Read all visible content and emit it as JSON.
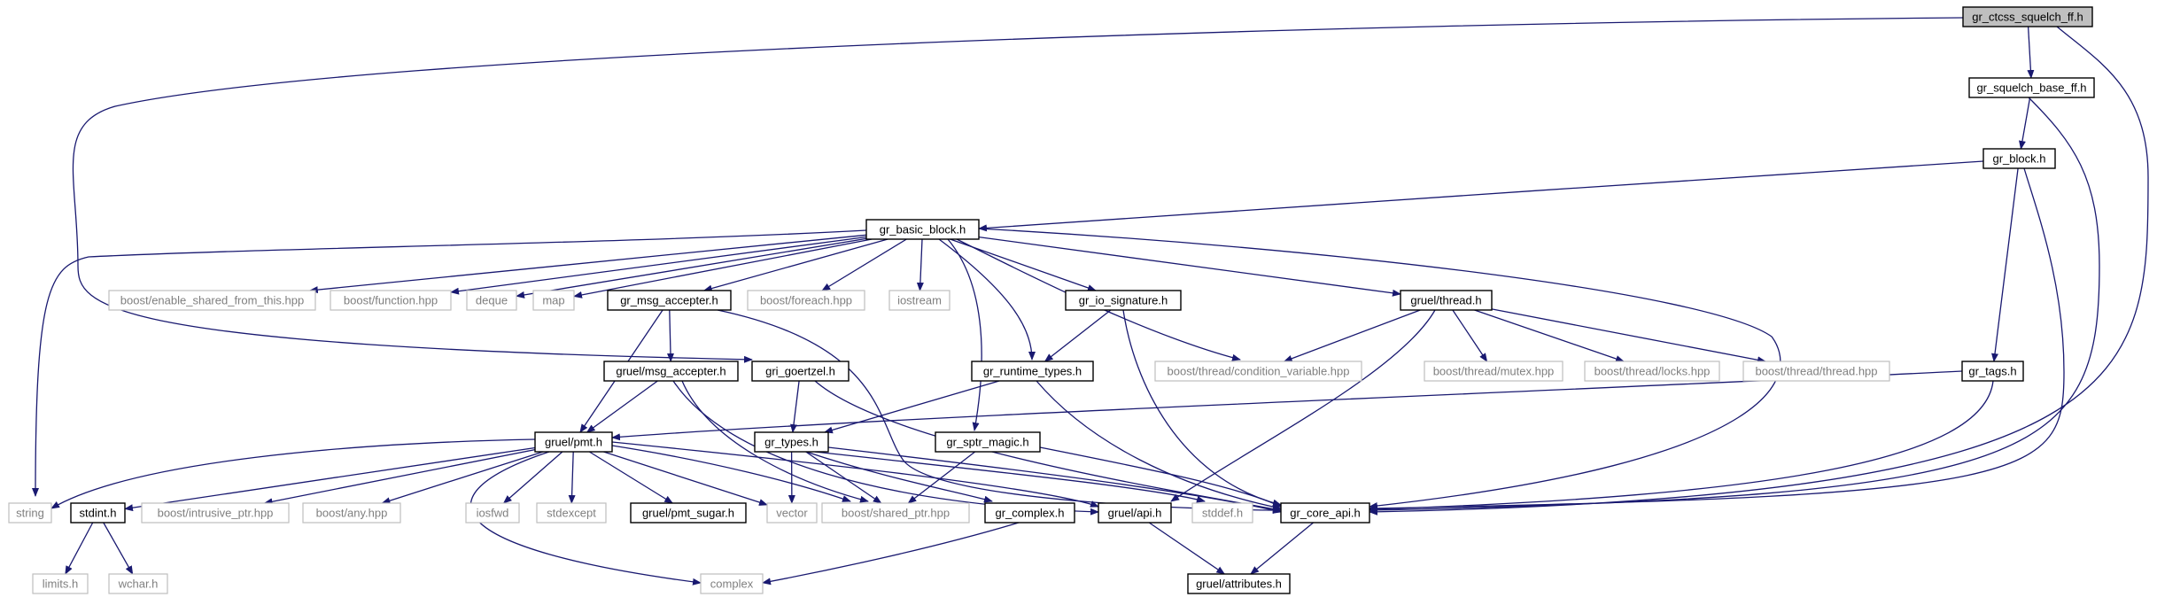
{
  "diagram": {
    "colors": {
      "edge": "#191970",
      "internal_border": "#000000",
      "external_border": "#bfbfbf",
      "external_text": "#7f7f7f",
      "root_fill": "#bfbfbf"
    },
    "nodes": [
      {
        "id": "gr_ctcss_squelch_ff_h",
        "label": "gr_ctcss_squelch_ff.h",
        "kind": "root"
      },
      {
        "id": "gr_squelch_base_ff_h",
        "label": "gr_squelch_base_ff.h",
        "kind": "internal"
      },
      {
        "id": "gr_block_h",
        "label": "gr_block.h",
        "kind": "internal"
      },
      {
        "id": "gr_basic_block_h",
        "label": "gr_basic_block.h",
        "kind": "internal"
      },
      {
        "id": "boost_enable_shared_from_this",
        "label": "boost/enable_shared_from_this.hpp",
        "kind": "external"
      },
      {
        "id": "boost_function",
        "label": "boost/function.hpp",
        "kind": "external"
      },
      {
        "id": "deque",
        "label": "deque",
        "kind": "external"
      },
      {
        "id": "map",
        "label": "map",
        "kind": "external"
      },
      {
        "id": "gr_msg_accepter_h",
        "label": "gr_msg_accepter.h",
        "kind": "internal"
      },
      {
        "id": "boost_foreach",
        "label": "boost/foreach.hpp",
        "kind": "external"
      },
      {
        "id": "iostream",
        "label": "iostream",
        "kind": "external"
      },
      {
        "id": "gr_io_signature_h",
        "label": "gr_io_signature.h",
        "kind": "internal"
      },
      {
        "id": "gruel_thread_h",
        "label": "gruel/thread.h",
        "kind": "internal"
      },
      {
        "id": "gruel_msg_accepter_h",
        "label": "gruel/msg_accepter.h",
        "kind": "internal"
      },
      {
        "id": "gri_goertzel_h",
        "label": "gri_goertzel.h",
        "kind": "internal"
      },
      {
        "id": "gr_runtime_types_h",
        "label": "gr_runtime_types.h",
        "kind": "internal"
      },
      {
        "id": "boost_condition_variable",
        "label": "boost/thread/condition_variable.hpp",
        "kind": "external"
      },
      {
        "id": "boost_mutex",
        "label": "boost/thread/mutex.hpp",
        "kind": "external"
      },
      {
        "id": "boost_locks",
        "label": "boost/thread/locks.hpp",
        "kind": "external"
      },
      {
        "id": "boost_thread",
        "label": "boost/thread/thread.hpp",
        "kind": "external"
      },
      {
        "id": "gr_tags_h",
        "label": "gr_tags.h",
        "kind": "internal"
      },
      {
        "id": "gruel_pmt_h",
        "label": "gruel/pmt.h",
        "kind": "internal"
      },
      {
        "id": "gr_types_h",
        "label": "gr_types.h",
        "kind": "internal"
      },
      {
        "id": "gr_sptr_magic_h",
        "label": "gr_sptr_magic.h",
        "kind": "internal"
      },
      {
        "id": "string",
        "label": "string",
        "kind": "external"
      },
      {
        "id": "stdint_h",
        "label": "stdint.h",
        "kind": "internal"
      },
      {
        "id": "boost_intrusive_ptr",
        "label": "boost/intrusive_ptr.hpp",
        "kind": "external"
      },
      {
        "id": "boost_any",
        "label": "boost/any.hpp",
        "kind": "external"
      },
      {
        "id": "iosfwd",
        "label": "iosfwd",
        "kind": "external"
      },
      {
        "id": "stdexcept",
        "label": "stdexcept",
        "kind": "external"
      },
      {
        "id": "gruel_pmt_sugar_h",
        "label": "gruel/pmt_sugar.h",
        "kind": "internal"
      },
      {
        "id": "vector",
        "label": "vector",
        "kind": "external"
      },
      {
        "id": "boost_shared_ptr",
        "label": "boost/shared_ptr.hpp",
        "kind": "external"
      },
      {
        "id": "gr_complex_h",
        "label": "gr_complex.h",
        "kind": "internal"
      },
      {
        "id": "gruel_api_h",
        "label": "gruel/api.h",
        "kind": "internal"
      },
      {
        "id": "stddef_h",
        "label": "stddef.h",
        "kind": "external"
      },
      {
        "id": "gr_core_api_h",
        "label": "gr_core_api.h",
        "kind": "internal"
      },
      {
        "id": "limits_h",
        "label": "limits.h",
        "kind": "external"
      },
      {
        "id": "wchar_h",
        "label": "wchar.h",
        "kind": "external"
      },
      {
        "id": "complex",
        "label": "complex",
        "kind": "external"
      },
      {
        "id": "gruel_attributes_h",
        "label": "gruel/attributes.h",
        "kind": "internal"
      }
    ],
    "edges": [
      [
        "gr_ctcss_squelch_ff_h",
        "gr_squelch_base_ff_h"
      ],
      [
        "gr_ctcss_squelch_ff_h",
        "gri_goertzel_h"
      ],
      [
        "gr_ctcss_squelch_ff_h",
        "gr_core_api_h"
      ],
      [
        "gr_squelch_base_ff_h",
        "gr_block_h"
      ],
      [
        "gr_squelch_base_ff_h",
        "gr_core_api_h"
      ],
      [
        "gr_block_h",
        "gr_basic_block_h"
      ],
      [
        "gr_block_h",
        "gr_tags_h"
      ],
      [
        "gr_block_h",
        "gr_core_api_h"
      ],
      [
        "gr_basic_block_h",
        "boost_enable_shared_from_this"
      ],
      [
        "gr_basic_block_h",
        "boost_function"
      ],
      [
        "gr_basic_block_h",
        "deque"
      ],
      [
        "gr_basic_block_h",
        "map"
      ],
      [
        "gr_basic_block_h",
        "gr_msg_accepter_h"
      ],
      [
        "gr_basic_block_h",
        "boost_foreach"
      ],
      [
        "gr_basic_block_h",
        "iostream"
      ],
      [
        "gr_basic_block_h",
        "gr_io_signature_h"
      ],
      [
        "gr_basic_block_h",
        "gruel_thread_h"
      ],
      [
        "gr_basic_block_h",
        "string"
      ],
      [
        "gr_basic_block_h",
        "gr_runtime_types_h"
      ],
      [
        "gr_basic_block_h",
        "boost_condition_variable"
      ],
      [
        "gr_basic_block_h",
        "gr_sptr_magic_h"
      ],
      [
        "gr_basic_block_h",
        "gr_core_api_h"
      ],
      [
        "gr_msg_accepter_h",
        "gruel_msg_accepter_h"
      ],
      [
        "gr_msg_accepter_h",
        "gruel_pmt_h"
      ],
      [
        "gr_msg_accepter_h",
        "gr_core_api_h"
      ],
      [
        "gr_io_signature_h",
        "gr_runtime_types_h"
      ],
      [
        "gr_io_signature_h",
        "gr_core_api_h"
      ],
      [
        "gruel_thread_h",
        "boost_condition_variable"
      ],
      [
        "gruel_thread_h",
        "boost_mutex"
      ],
      [
        "gruel_thread_h",
        "boost_locks"
      ],
      [
        "gruel_thread_h",
        "boost_thread"
      ],
      [
        "gruel_thread_h",
        "gruel_api_h"
      ],
      [
        "gruel_msg_accepter_h",
        "gruel_pmt_h"
      ],
      [
        "gruel_msg_accepter_h",
        "boost_shared_ptr"
      ],
      [
        "gruel_msg_accepter_h",
        "gruel_api_h"
      ],
      [
        "gri_goertzel_h",
        "gr_types_h"
      ],
      [
        "gri_goertzel_h",
        "gr_core_api_h"
      ],
      [
        "gr_runtime_types_h",
        "gr_types_h"
      ],
      [
        "gr_runtime_types_h",
        "gr_core_api_h"
      ],
      [
        "gr_tags_h",
        "gruel_pmt_h"
      ],
      [
        "gr_tags_h",
        "gr_core_api_h"
      ],
      [
        "gruel_pmt_h",
        "string"
      ],
      [
        "gruel_pmt_h",
        "stdint_h"
      ],
      [
        "gruel_pmt_h",
        "boost_intrusive_ptr"
      ],
      [
        "gruel_pmt_h",
        "boost_any"
      ],
      [
        "gruel_pmt_h",
        "complex"
      ],
      [
        "gruel_pmt_h",
        "iosfwd"
      ],
      [
        "gruel_pmt_h",
        "stdexcept"
      ],
      [
        "gruel_pmt_h",
        "gruel_pmt_sugar_h"
      ],
      [
        "gruel_pmt_h",
        "vector"
      ],
      [
        "gruel_pmt_h",
        "boost_shared_ptr"
      ],
      [
        "gruel_pmt_h",
        "gruel_api_h"
      ],
      [
        "gr_types_h",
        "vector"
      ],
      [
        "gr_types_h",
        "boost_shared_ptr"
      ],
      [
        "gr_types_h",
        "gr_complex_h"
      ],
      [
        "gr_types_h",
        "stddef_h"
      ],
      [
        "gr_types_h",
        "gr_core_api_h"
      ],
      [
        "gr_sptr_magic_h",
        "boost_shared_ptr"
      ],
      [
        "gr_sptr_magic_h",
        "gr_core_api_h"
      ],
      [
        "stdint_h",
        "limits_h"
      ],
      [
        "stdint_h",
        "wchar_h"
      ],
      [
        "gr_complex_h",
        "complex"
      ],
      [
        "gruel_api_h",
        "gruel_attributes_h"
      ],
      [
        "gr_core_api_h",
        "gruel_attributes_h"
      ]
    ]
  }
}
